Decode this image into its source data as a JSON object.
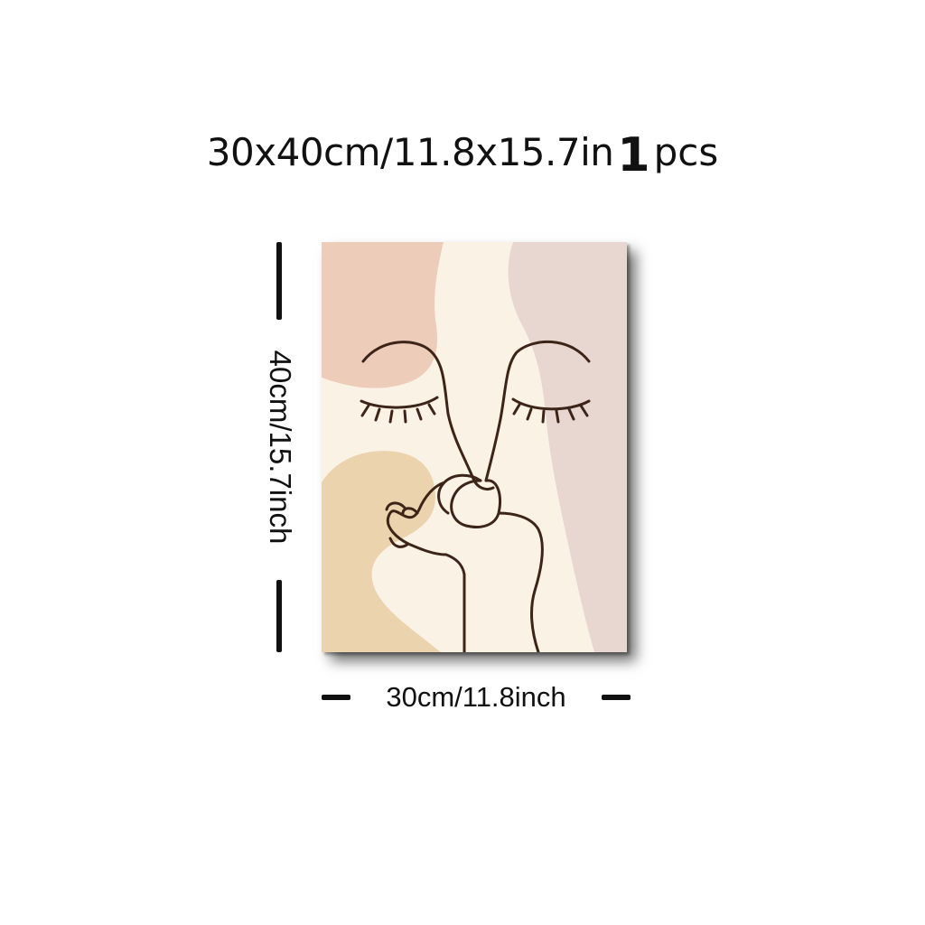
{
  "title": {
    "size_text": "30x40cm/11.8x15.7in",
    "quantity": "1",
    "unit": "pcs"
  },
  "dimensions": {
    "height_label": "40cm/15.7inch",
    "width_label": "30cm/11.8inch"
  },
  "artwork": {
    "subject": "line-art-face-with-hand-icon",
    "colors": {
      "background": "#f7ebdf",
      "cream": "#fbf3e7",
      "peach": "#edcdb9",
      "mauve": "#e8d6d1",
      "sand": "#ead3ad",
      "line": "#3d2418"
    }
  }
}
